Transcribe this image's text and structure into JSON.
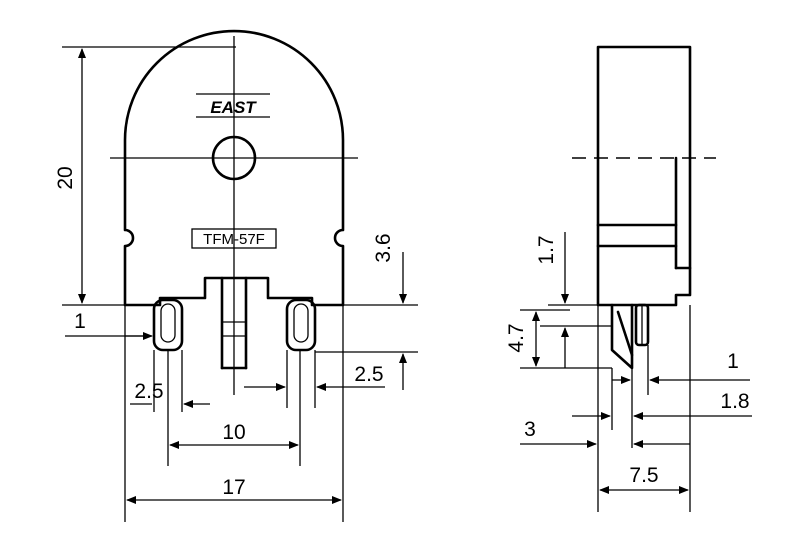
{
  "brand_mark": "EAST",
  "part_number": "TFM-57F",
  "front_view": {
    "height": "20",
    "pin_offset": "1",
    "pin_length": "3.6",
    "pin_width_left": "2.5",
    "pin_width_right": "2.5",
    "pin_spacing": "10",
    "body_width": "17"
  },
  "side_view": {
    "step_height": "1.7",
    "lead_height": "4.7",
    "lead_offset": "1",
    "lead_pos": "1.8",
    "lead_gap": "3",
    "depth": "7.5"
  },
  "colors": {
    "line": "#000000",
    "background": "#ffffff"
  }
}
